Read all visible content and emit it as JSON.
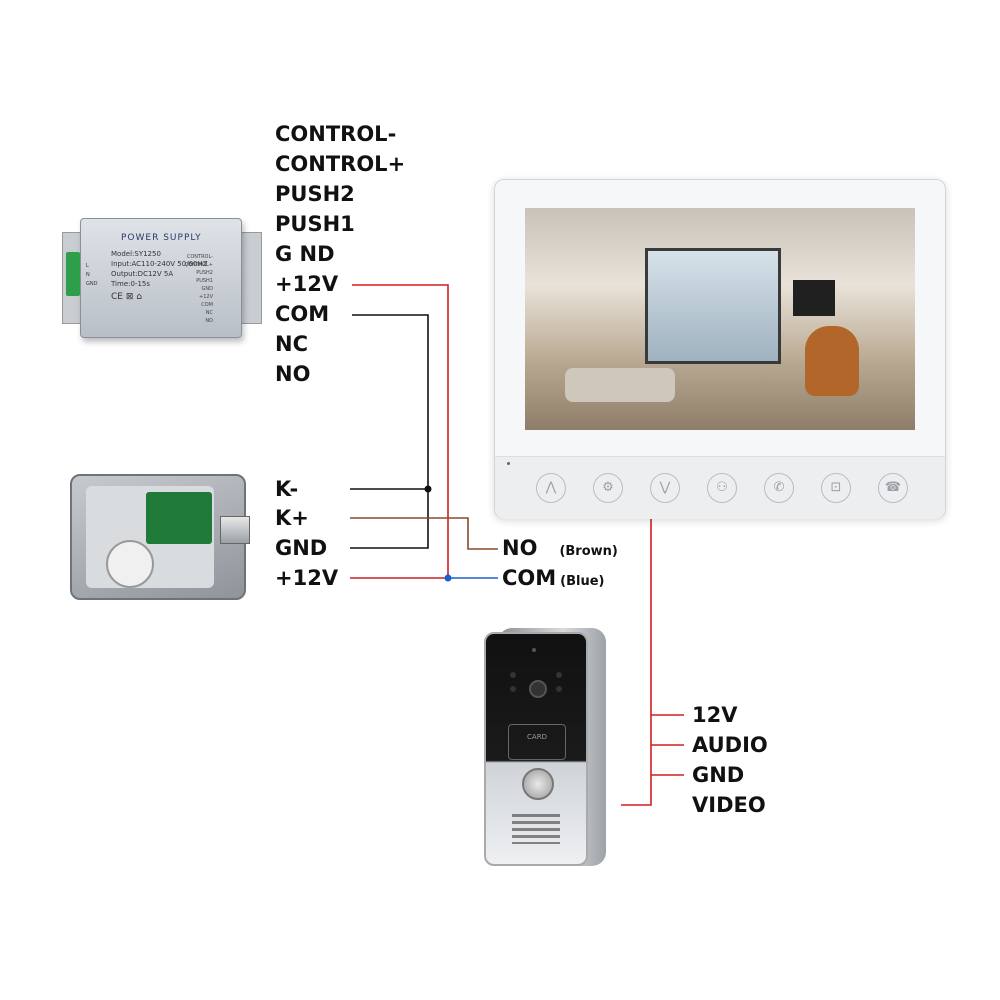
{
  "power_supply": {
    "title": "POWER SUPPLY",
    "model": "Model:SY1250",
    "input": "Input:AC110-240V  50/60HZ",
    "output": "Output:DC12V  5A",
    "time": "Time:0-15s",
    "marks": "CE  ⊠  ⌂",
    "left_pins": [
      "L",
      "N",
      "GND"
    ],
    "right_pins": [
      "CONTROL-",
      "CONTROL+",
      "PUSH2",
      "PUSH1",
      "GND",
      "+12V",
      "COM",
      "NC",
      "NO"
    ]
  },
  "psu_labels": [
    "CONTROL-",
    "CONTROL+",
    "PUSH2",
    "PUSH1",
    "G ND",
    "+12V",
    "COM",
    "NC",
    "NO"
  ],
  "lock_labels": [
    "K-",
    "K+",
    "GND",
    "+12V"
  ],
  "monitor_labels": {
    "no": "NO",
    "no_note": "(Brown)",
    "com": "COM",
    "com_note": "(Blue)"
  },
  "door_labels": [
    "12V",
    "AUDIO",
    "GND",
    "VIDEO"
  ],
  "monitor_buttons": [
    "up-arrow-icon",
    "gear-icon",
    "down-arrow-icon",
    "users-icon",
    "phone-answer-icon",
    "unlock-icon",
    "phone-hangup-icon"
  ],
  "door_station": {
    "card_text": "CARD"
  },
  "colors": {
    "red": "#d02020",
    "black": "#111111",
    "brown": "#8b4a26",
    "blue": "#1a5fd0"
  }
}
